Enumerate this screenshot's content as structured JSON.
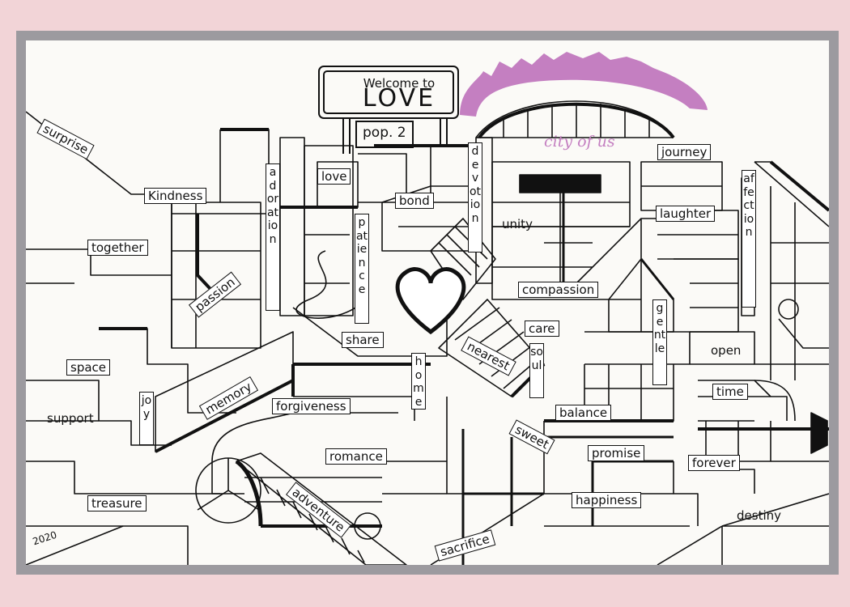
{
  "sign": {
    "welcome": "Welcome to",
    "title": "LOVE",
    "population": "pop. 2"
  },
  "city_label": "city of us",
  "signature": "2020",
  "colors": {
    "background": "#f2d4d7",
    "frame": "#9c9a9f",
    "paper": "#fbfaf7",
    "ink": "#111111",
    "accent": "#c47fc1"
  },
  "words": {
    "surprise": "surprise",
    "kindness": "Kindness",
    "together": "together",
    "passion": "passion",
    "space": "space",
    "support": "support",
    "joy": "joy",
    "memory": "memory",
    "treasure": "treasure",
    "adoration": "adoration",
    "love": "love",
    "bond": "bond",
    "patience": "patience",
    "share": "share",
    "home": "home",
    "forgiveness": "forgiveness",
    "romance": "romance",
    "adventure": "adventure",
    "sacrifice": "sacrifice",
    "devotion": "devotion",
    "unity": "unity",
    "compassion": "compassion",
    "care": "care",
    "nearest": "nearest",
    "soul": "soul",
    "sweet": "sweet",
    "balance": "balance",
    "promise": "promise",
    "happiness": "happiness",
    "journey": "journey",
    "laughter": "laughter",
    "affection": "affection",
    "gentle": "gentle",
    "open": "open",
    "time": "time",
    "forever": "forever",
    "destiny": "destiny"
  },
  "icons": {
    "heart": "heart-icon",
    "arrow": "arrow-right-icon"
  }
}
